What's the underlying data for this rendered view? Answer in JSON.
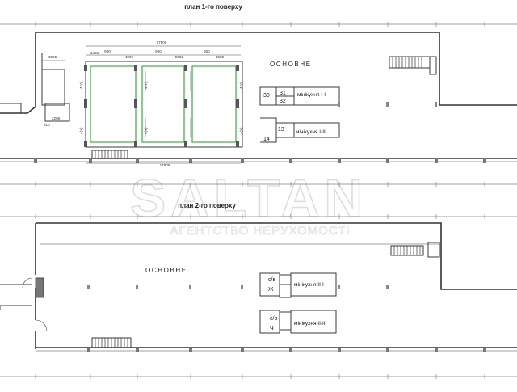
{
  "watermark": {
    "brand": "SALTAN",
    "subtitle": "АГЕНТСТВО НЕРУХОМОСТІ",
    "color": "#c4c4c4"
  },
  "floor1": {
    "title": "план 1-го поверху",
    "main_label": "ОСНОВНЕ",
    "top_dim": "17906",
    "segment_dims": [
      "1468",
      "900",
      "4995",
      "900",
      "5055",
      "900",
      "3680"
    ],
    "left_dims": [
      "3095",
      "2205",
      "910"
    ],
    "bottom_dim": "17908",
    "column_dims": [
      "4(У)",
      "4(У)",
      "4(У)",
      "4(У)",
      "4(У)",
      "4(У)"
    ],
    "room_numbers": [
      "30",
      "31",
      "32",
      "13",
      "14"
    ],
    "minikitchen_1": "мінікухня I-I",
    "minikitchen_2": "мінікухня I-II"
  },
  "floor2": {
    "title": "план 2-го поверху",
    "main_label": "ОСНОВНЕ",
    "wc_label": "с/в",
    "female_mark": "Ж",
    "male_mark": "Ч",
    "minikitchen_1": "мінікухня II-I",
    "minikitchen_2": "мінікухня II-II"
  },
  "colors": {
    "wall": "#333333",
    "glass_partition": "#4caf50"
  }
}
